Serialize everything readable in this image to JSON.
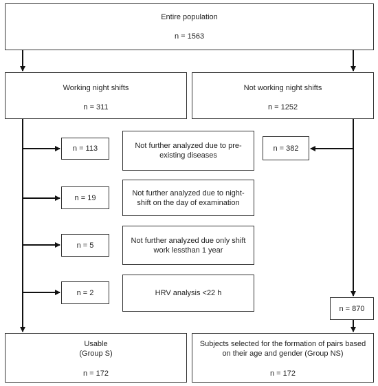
{
  "entire": {
    "title": "Entire population",
    "n": "n = 1563"
  },
  "night": {
    "title": "Working night shifts",
    "n": "n = 311"
  },
  "not_night": {
    "title": "Not working night shifts",
    "n": "n = 1252"
  },
  "exclusions": [
    {
      "n": "n = 113",
      "reason": "Not further analyzed due to pre-existing diseases"
    },
    {
      "n": "n = 19",
      "reason": "Not further analyzed due to night-shift on the day of examination"
    },
    {
      "n": "n = 5",
      "reason": "Not further analyzed due only shift work lessthan 1 year"
    },
    {
      "n": "n = 2",
      "reason": "HRV analysis <22 h"
    }
  ],
  "excluded_ns": {
    "n": "n = 382"
  },
  "remaining_ns": {
    "n": "n = 870"
  },
  "usable": {
    "title": "Usable",
    "group": "(Group S)",
    "n": "n = 172"
  },
  "selected": {
    "title": "Subjects selected for the formation of pairs based on their age and gender (Group NS)",
    "n": "n = 172"
  }
}
